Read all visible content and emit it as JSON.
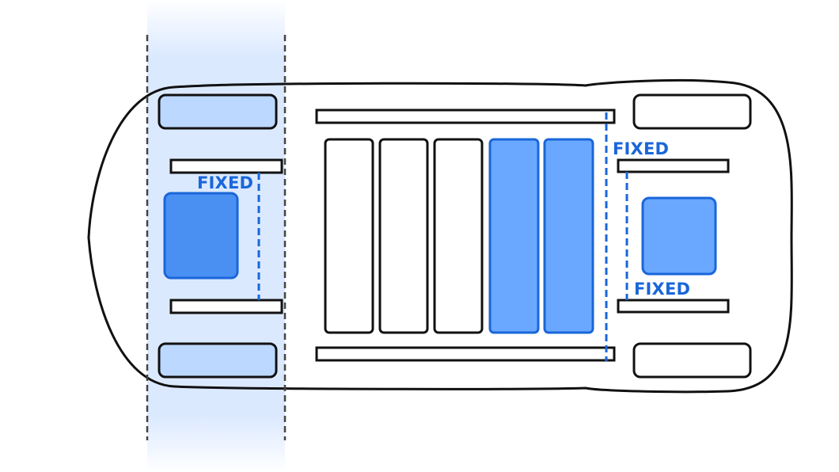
{
  "labels": {
    "left_fixed": "FIXED",
    "right_upper_fixed": "FIXED",
    "right_lower_fixed": "FIXED"
  },
  "colors": {
    "outline": "#111111",
    "accent": "#1a66d9",
    "highlight_band": "#dbe9ff",
    "left_block": "#4a90f2",
    "right_block": "#6aa8ff",
    "pad_fill": "#bcd8ff",
    "blue_slot": "#6aa8ff"
  }
}
